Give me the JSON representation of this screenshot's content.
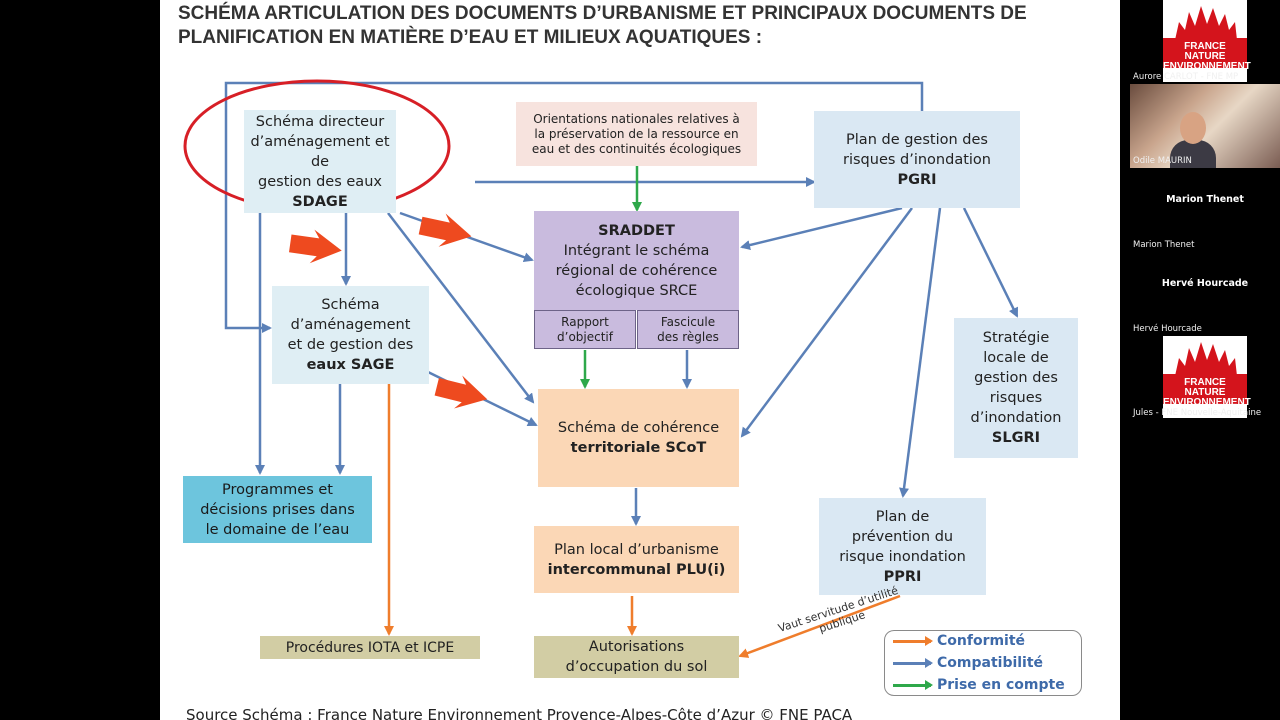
{
  "slide": {
    "title_line1": "SCHÉMA ARTICULATION DES DOCUMENTS D’URBANISME ET PRINCIPAUX DOCUMENTS DE",
    "title_line2": "PLANIFICATION EN MATIÈRE D’EAU ET MILIEUX AQUATIQUES :",
    "source": "Source Schéma : France Nature Environnement Provence-Alpes-Côte d’Azur © FNE PACA"
  },
  "diagram": {
    "sdage": [
      "Schéma directeur",
      "d’aménagement et de",
      "gestion des eaux",
      "SDAGE"
    ],
    "orientations": [
      "Orientations nationales relatives à",
      "la préservation de la ressource en",
      "eau et des continuités écologiques"
    ],
    "pgri": [
      "Plan de gestion des",
      "risques d’inondation",
      "PGRI"
    ],
    "sraddet": [
      "SRADDET",
      "Intégrant le schéma",
      "régional de cohérence",
      "écologique SRCE"
    ],
    "rapport": [
      "Rapport",
      "d’objectif"
    ],
    "fascicule": [
      "Fascicule",
      "des règles"
    ],
    "sage": [
      "Schéma",
      "d’aménagement",
      "et de gestion des",
      "eaux SAGE"
    ],
    "scot": [
      "Schéma de cohérence",
      "territoriale SCoT"
    ],
    "slgri": [
      "Stratégie",
      "locale de",
      "gestion des",
      "risques",
      "d’inondation",
      "SLGRI"
    ],
    "programmes": [
      "Programmes et",
      "décisions prises dans",
      "le domaine de l’eau"
    ],
    "plu": [
      "Plan local d’urbanisme",
      "intercommunal PLU(i)"
    ],
    "ppri": [
      "Plan de",
      "prévention du",
      "risque inondation",
      "PPRI"
    ],
    "iota": "Procédures IOTA et ICPE",
    "autorisations": [
      "Autorisations",
      "d’occupation du sol"
    ],
    "vaut": [
      "Vaut servitude d’utilité",
      "publique"
    ]
  },
  "legend": {
    "conformite": "Conformité",
    "compatibilite": "Compatibilité",
    "prise": "Prise en compte"
  },
  "colors": {
    "orange": "#ef7d2c",
    "blue": "#5b80b7",
    "green": "#2ea84a",
    "red_highlight": "#d71f26"
  },
  "participants": [
    {
      "name": "Aurore CARLOT - FNE MP",
      "type": "logo"
    },
    {
      "name": "Odile MAURIN",
      "type": "video"
    },
    {
      "name": "Marion Thenet",
      "center": "Marion Thenet",
      "type": "name"
    },
    {
      "name": "Hervé Hourcade",
      "center": "Hervé Hourcade",
      "type": "name"
    },
    {
      "name": "Jules - FNE Nouvelle-Aquitaine",
      "type": "logo"
    }
  ],
  "logo_text": [
    "FRANCE NATURE",
    "ENVIRONNEMENT"
  ]
}
